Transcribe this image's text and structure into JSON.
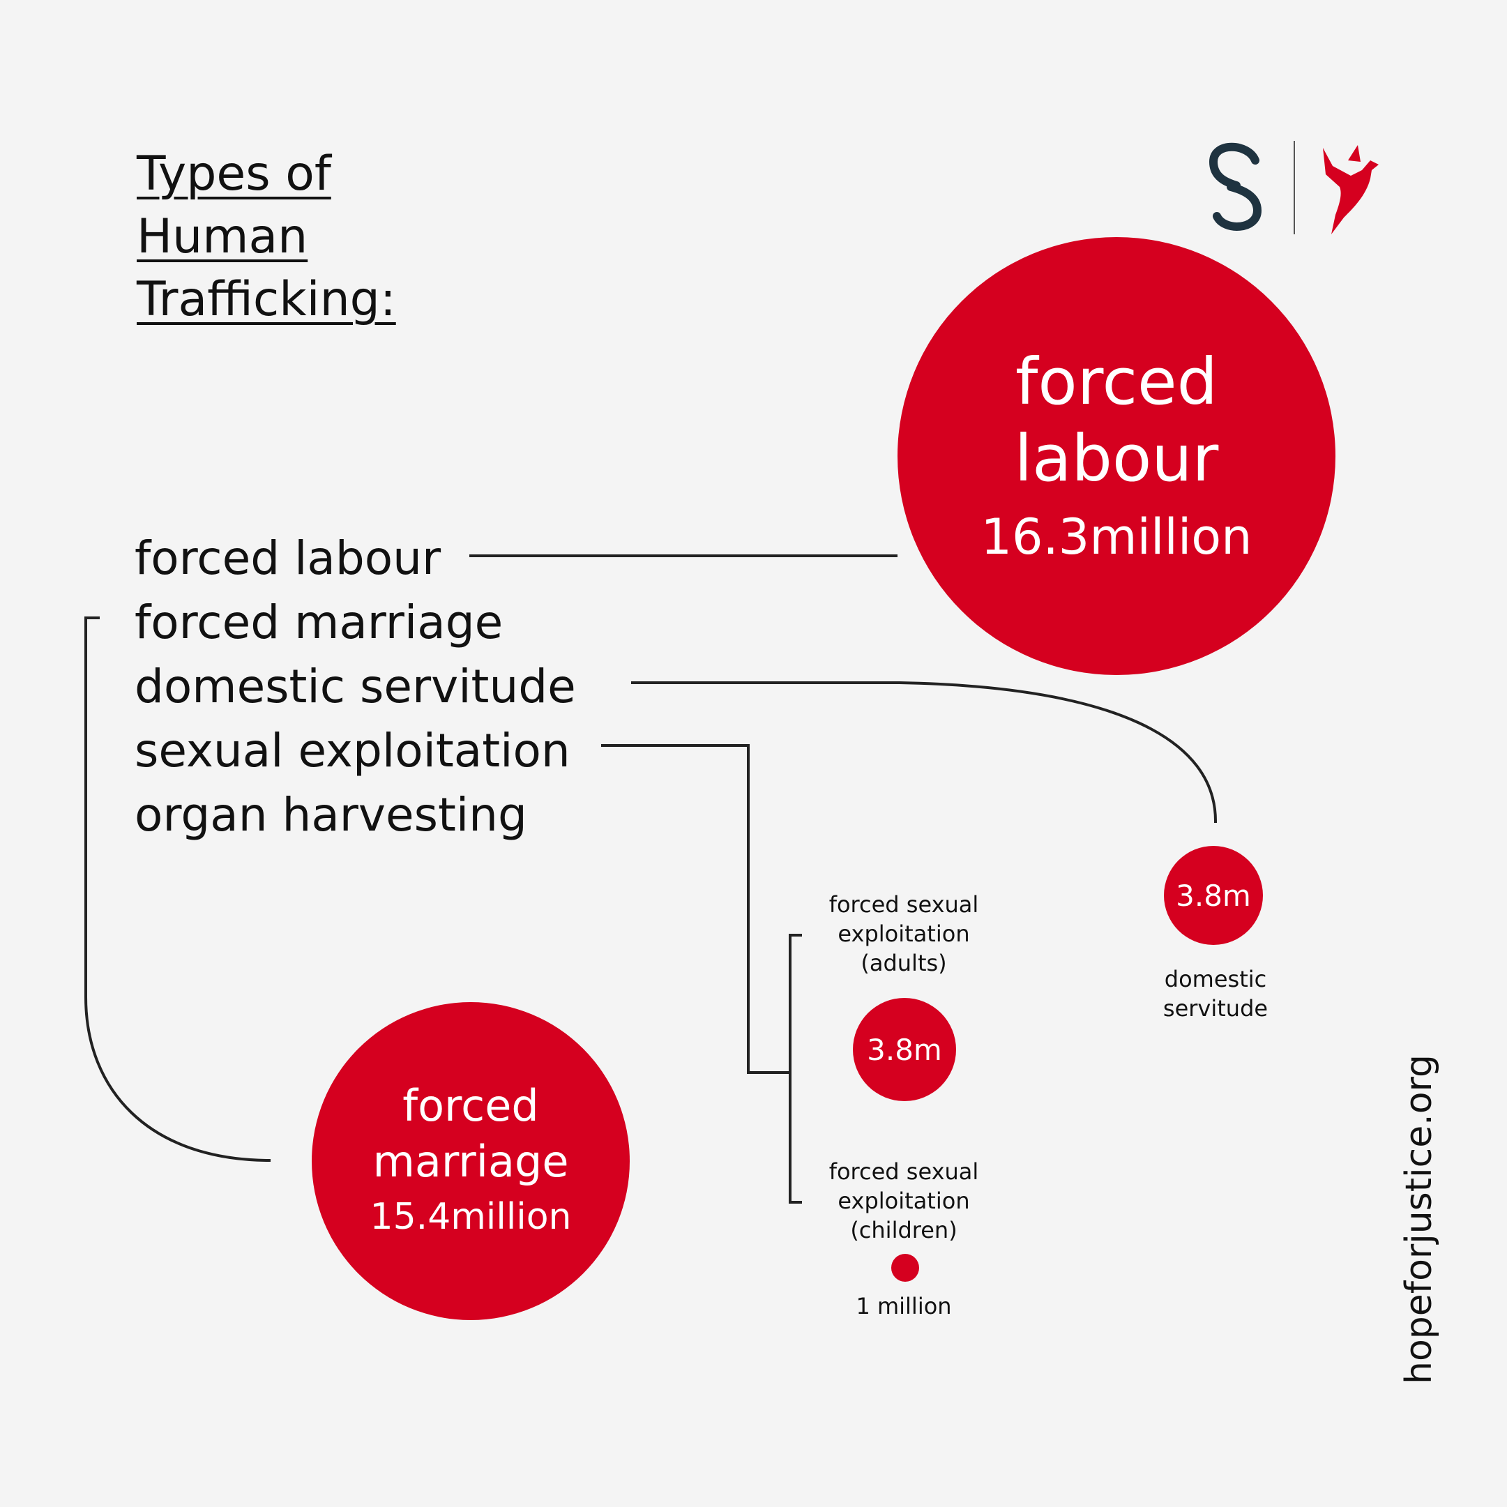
{
  "title_lines": [
    "Types of",
    "Human",
    "Trafficking:"
  ],
  "types": [
    "forced labour",
    "forced marriage",
    "domestic servitude",
    "sexual exploitation",
    "organ harvesting"
  ],
  "forced_labour": {
    "label_lines": [
      "forced",
      "labour"
    ],
    "value": "16.3million"
  },
  "forced_marriage": {
    "label_lines": [
      "forced",
      "marriage"
    ],
    "value": "15.4million"
  },
  "domestic_servitude": {
    "value": "3.8m",
    "label_lines": [
      "domestic",
      "servitude"
    ]
  },
  "sexual_adults": {
    "value": "3.8m",
    "label_lines": [
      "forced sexual",
      "exploitation",
      "(adults)"
    ]
  },
  "sexual_children": {
    "value": "1 million",
    "label_lines": [
      "forced sexual",
      "exploitation",
      "(children)"
    ]
  },
  "website": "hopeforjustice.org",
  "colors": {
    "accent": "#d5001f",
    "line": "#222222",
    "logo_dark": "#1f3340",
    "background": "#f4f4f4"
  },
  "icons": [
    "s-logo-icon",
    "bird-logo-icon"
  ]
}
